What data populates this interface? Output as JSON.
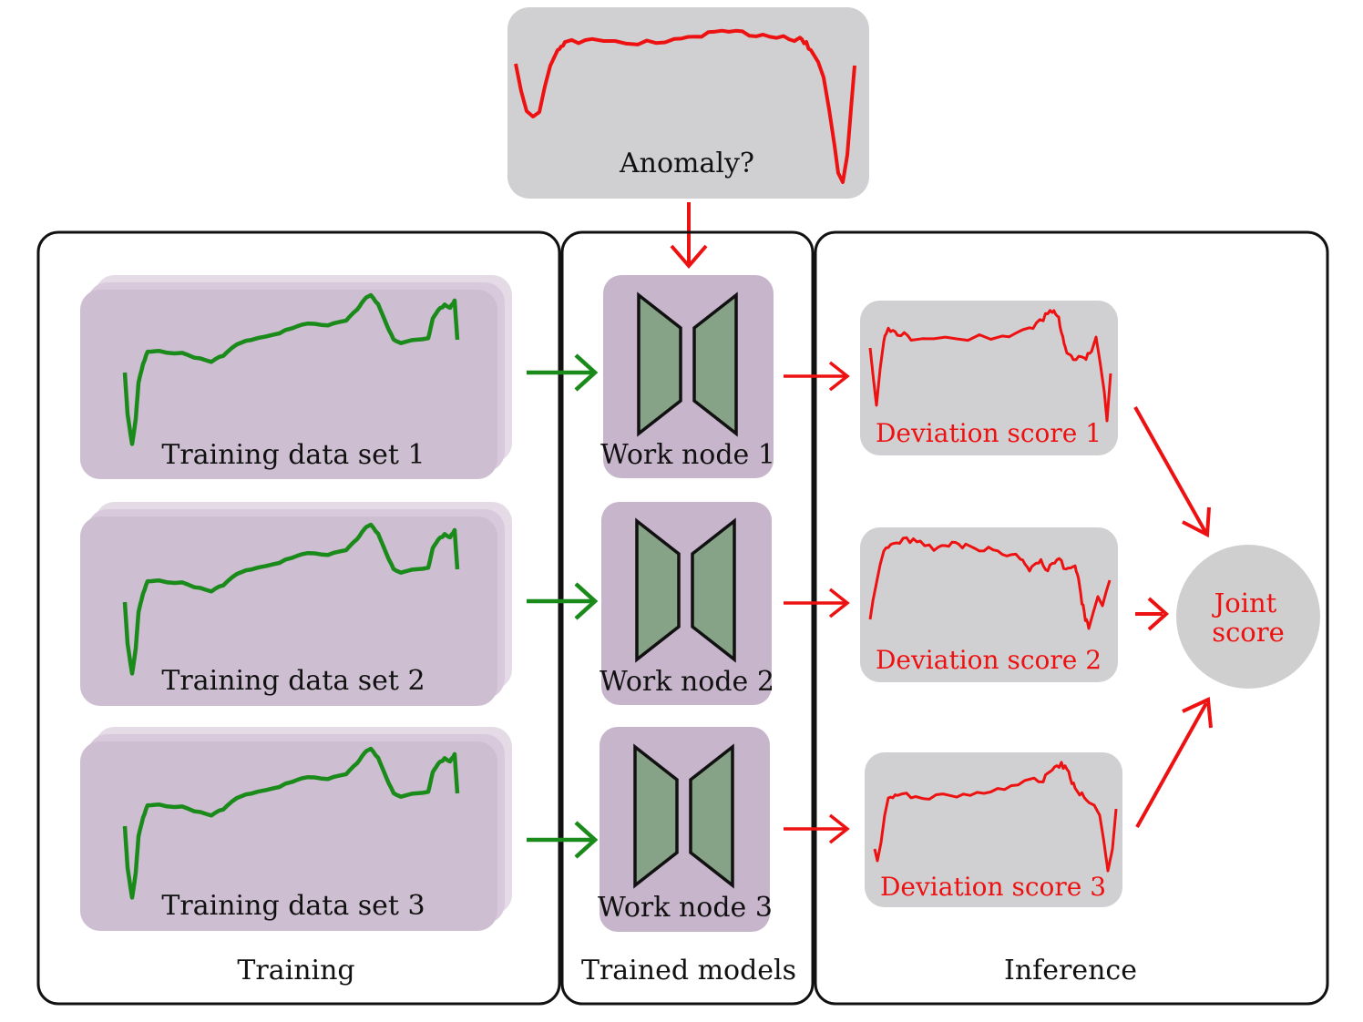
{
  "query": {
    "label": "Anomaly?"
  },
  "panels": {
    "training": "Training",
    "models": "Trained models",
    "inference": "Inference"
  },
  "training_sets": [
    {
      "label": "Training data set 1"
    },
    {
      "label": "Training data set 2"
    },
    {
      "label": "Training data set 3"
    }
  ],
  "work_nodes": [
    {
      "label": "Work node 1"
    },
    {
      "label": "Work node 2"
    },
    {
      "label": "Work node 3"
    }
  ],
  "scores": [
    {
      "label": "Deviation score 1"
    },
    {
      "label": "Deviation score 2"
    },
    {
      "label": "Deviation score 3"
    }
  ],
  "joint": {
    "line1": "Joint",
    "line2": "score"
  },
  "colors": {
    "panel_border": "#111111",
    "gray_box": "#d0d0d2",
    "purple_box": "#cdbfd1",
    "purple_stack": "#e2d8e4",
    "node_box": "#c7b5cb",
    "hourglass_fill": "#87a387",
    "green": "#1a8a1a",
    "red": "#ee1111",
    "joint_circle": "#cfcfcf"
  },
  "icons": {
    "model": "autoencoder-hourglass-icon",
    "arrow": "arrow-right-icon"
  }
}
